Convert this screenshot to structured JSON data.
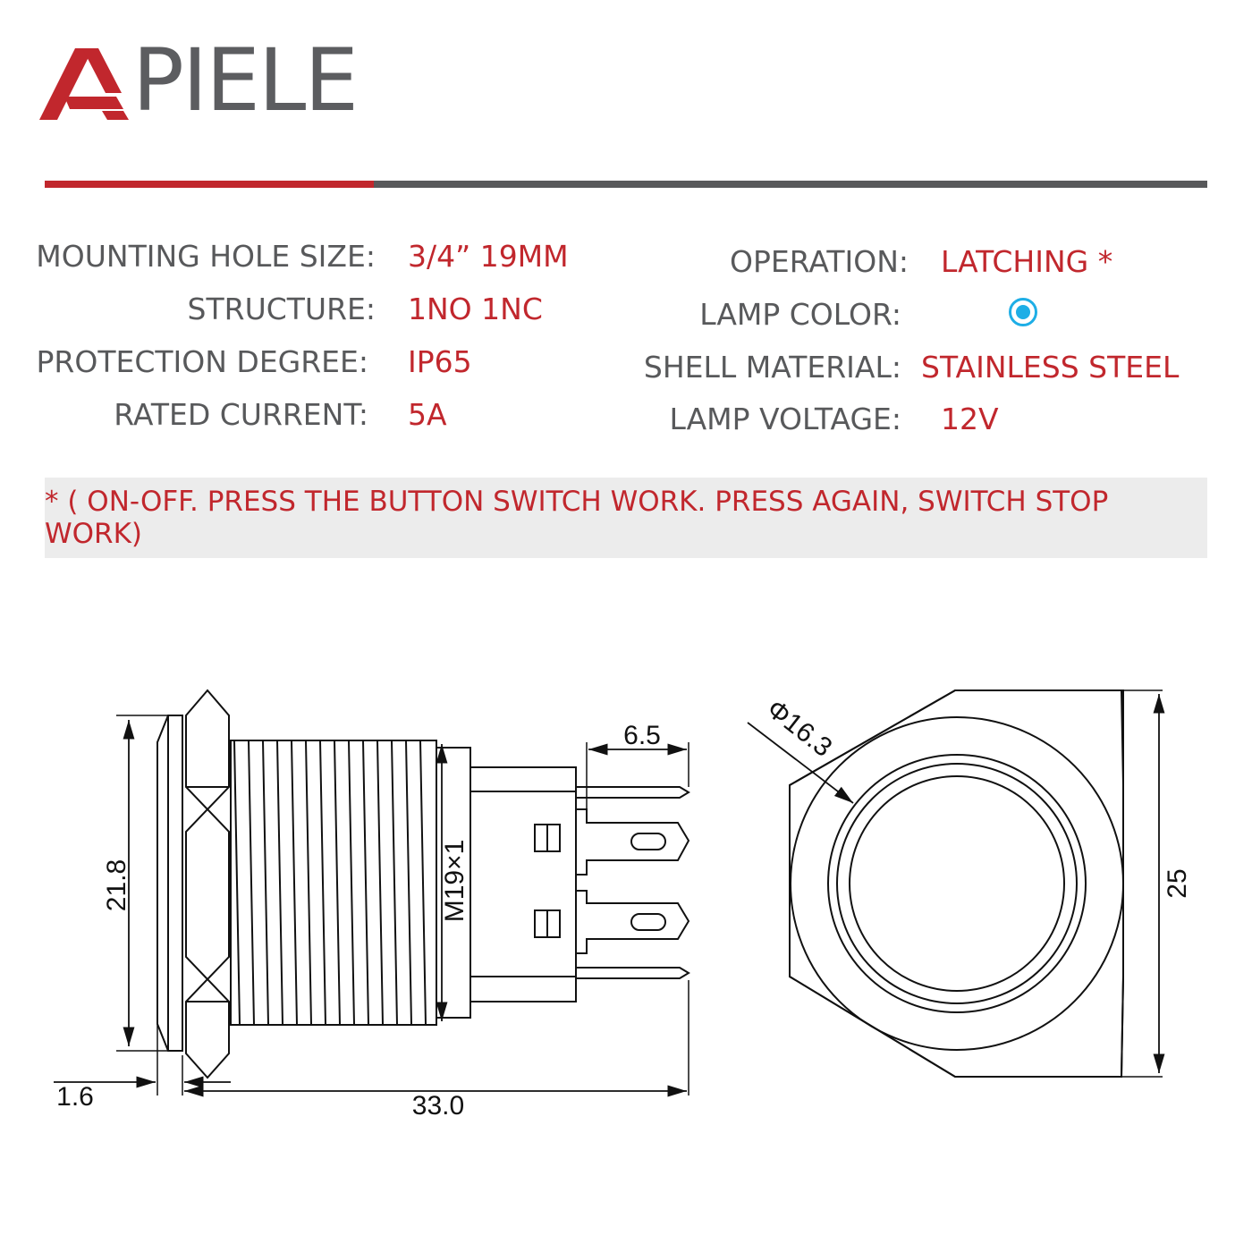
{
  "brand": {
    "name": "PIELE",
    "colors": {
      "red": "#c1272d",
      "gray": "#58595b",
      "lamp": "#1eaee6"
    }
  },
  "specs_left": [
    {
      "label": "MOUNTING HOLE SIZE:",
      "value": "3/4”   19MM"
    },
    {
      "label": "STRUCTURE:",
      "value": "1NO 1NC"
    },
    {
      "label": "PROTECTION DEGREE:",
      "value": "IP65"
    },
    {
      "label": "RATED CURRENT:",
      "value": "5A"
    }
  ],
  "specs_right": [
    {
      "label": "OPERATION:",
      "value": "LATCHING  *"
    },
    {
      "label": "LAMP COLOR:",
      "value": ""
    },
    {
      "label": "SHELL MATERIAL:",
      "value": "STAINLESS STEEL"
    },
    {
      "label": "LAMP VOLTAGE:",
      "value": "12V"
    }
  ],
  "lamp_color": "blue",
  "note": "* ( ON-OFF. PRESS THE BUTTON SWITCH WORK. PRESS AGAIN, SWITCH STOP WORK)",
  "drawing": {
    "side_view": {
      "height_dim": "21.8",
      "thread_label": "M19×1",
      "terminal_dim": "6.5",
      "flange_dim": "1.6",
      "length_dim": "33.0"
    },
    "front_view": {
      "diameter_dim": "Φ16.3",
      "hex_dim": "25"
    }
  }
}
